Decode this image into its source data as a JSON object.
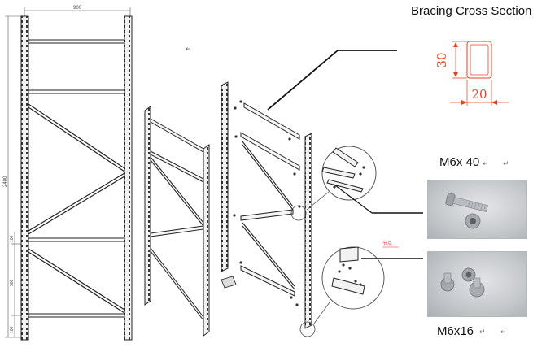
{
  "figure": {
    "frame_width_label": "900",
    "frame_height_label": "2400",
    "dimension_labels": [
      "100",
      "500",
      "100"
    ],
    "detail_tag_label": "节点"
  },
  "bracing_section": {
    "title": "Bracing Cross Section",
    "height_value": "30",
    "width_value": "20",
    "dimension_color": "#e8401c"
  },
  "bolts": [
    {
      "label": "M6x 40"
    },
    {
      "label": "M6x16"
    }
  ],
  "paragraph_mark": "↵"
}
